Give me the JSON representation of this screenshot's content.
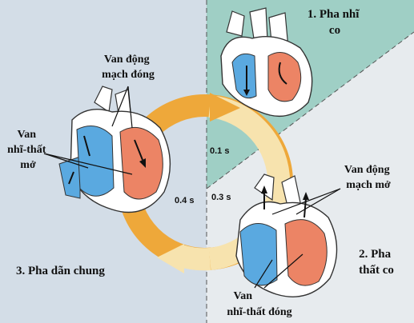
{
  "phases": {
    "phase1": [
      "1. Pha nhĩ",
      "co"
    ],
    "phase2": [
      "2. Pha",
      "thất co"
    ],
    "phase3": "3. Pha dãn chung"
  },
  "times": {
    "t1": "0.1 s",
    "t2": "0.3 s",
    "t3": "0.4 s"
  },
  "valves": {
    "semilunar_closed": [
      "Van động",
      "mạch đóng"
    ],
    "semilunar_open": [
      "Van động",
      "mạch mở"
    ],
    "av_open": [
      "Van",
      "nhĩ-thất",
      "mở"
    ],
    "av_closed": [
      "Van",
      "nhĩ-thất đóng"
    ]
  },
  "colors": {
    "left_panel": "#d3dde7",
    "phase1_panel": "#9fcfc5",
    "phase2_panel": "#e7ebee",
    "arrow_dark": "#eea83a",
    "arrow_light": "#f7e3ae",
    "blood_blue": "#5aa9e0",
    "blood_red": "#ec8465"
  }
}
